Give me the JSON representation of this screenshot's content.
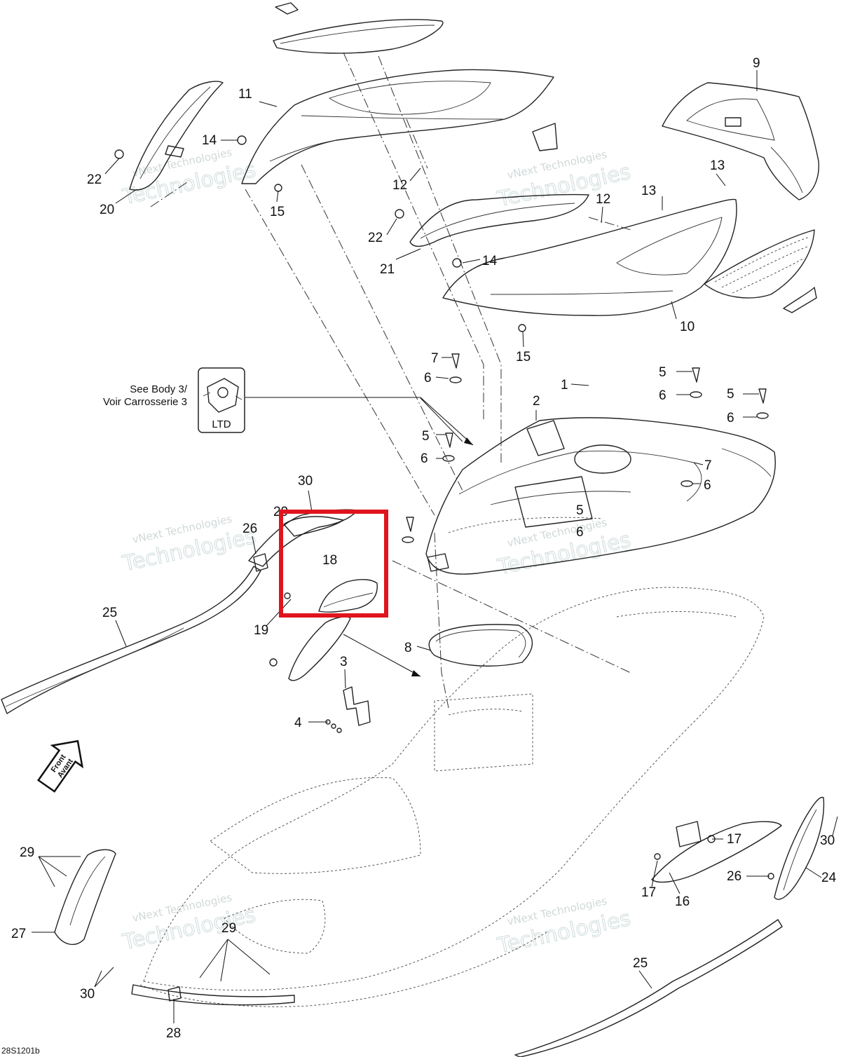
{
  "callouts": {
    "c1": "1",
    "c2": "2",
    "c3": "3",
    "c4": "4",
    "c5": "5",
    "c6": "6",
    "c7": "7",
    "c8": "8",
    "c9": "9",
    "c10": "10",
    "c11": "11",
    "c12": "12",
    "c13": "13",
    "c14": "14",
    "c15": "15",
    "c16": "16",
    "c17": "17",
    "c18": "18",
    "c19": "19",
    "c20": "20",
    "c21": "21",
    "c22": "22",
    "c24": "24",
    "c25": "25",
    "c26": "26",
    "c27": "27",
    "c28": "28",
    "c29": "29",
    "c30": "30"
  },
  "reference": {
    "line1": "See Body 3/",
    "line2": "Voir Carrosserie 3",
    "badge": "LTD"
  },
  "front_arrow": {
    "line1": "Front",
    "line2": "Avant"
  },
  "watermark": {
    "line1": "vNext Technologies",
    "line2": "Technologies"
  },
  "drawing_code": "28S1201b",
  "highlight_color": "#e0141e"
}
